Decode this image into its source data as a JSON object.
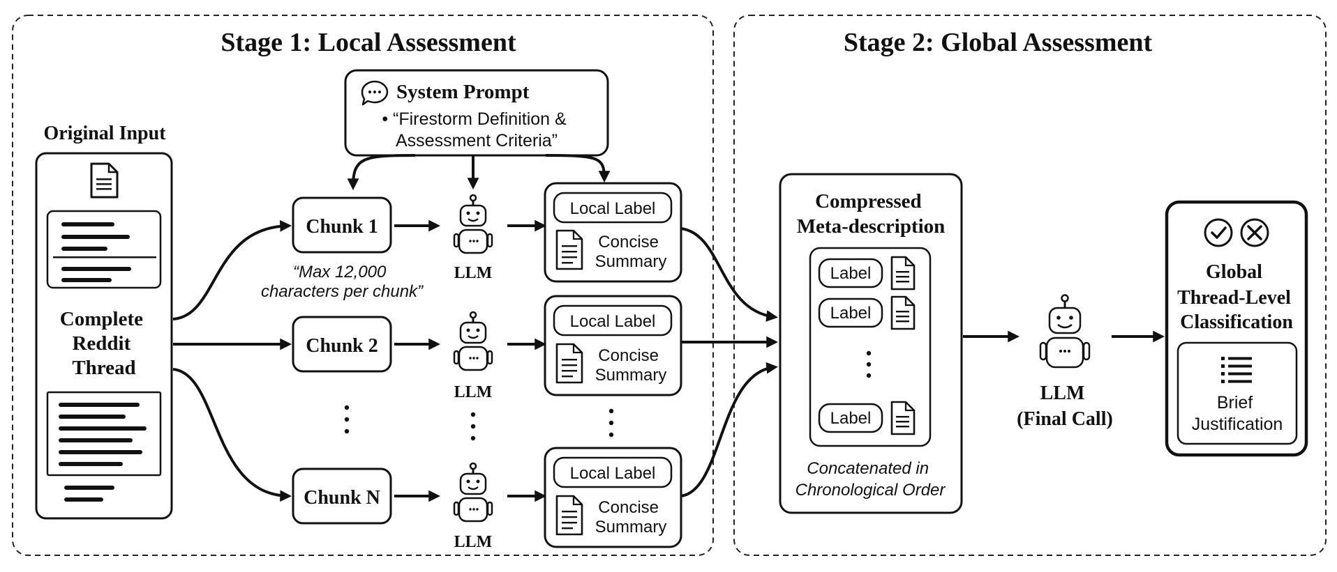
{
  "stage1": {
    "title": "Stage 1: Local Assessment"
  },
  "stage2": {
    "title": "Stage 2: Global Assessment"
  },
  "original_input": {
    "heading": "Original Input",
    "label_lines": [
      "Complete",
      "Reddit",
      "Thread"
    ]
  },
  "system_prompt": {
    "title": "System Prompt",
    "lines": [
      "• “Firestorm Definition &",
      "Assessment Criteria”"
    ],
    "icon": "speech-bubble-icon"
  },
  "chunks": [
    {
      "label": "Chunk 1"
    },
    {
      "label": "Chunk 2"
    },
    {
      "label": "Chunk N"
    }
  ],
  "chunk_note": [
    "“Max 12,000",
    "characters per chunk”"
  ],
  "llm_label": "LLM",
  "local_output": {
    "label": "Local Label",
    "summary_lines": [
      "Concise",
      "Summary"
    ]
  },
  "meta": {
    "title_lines": [
      "Compressed",
      "Meta-description"
    ],
    "item_label": "Label",
    "note_lines": [
      "Concatenated in",
      "Chronological Order"
    ]
  },
  "final_llm": {
    "lines": [
      "LLM",
      "(Final Call)"
    ]
  },
  "global": {
    "title_lines": [
      "Global",
      "Thread-Level",
      "Classification"
    ],
    "justification_lines": [
      "Brief",
      "Justification"
    ],
    "icons": [
      "check-circle-icon",
      "x-circle-icon",
      "list-icon"
    ]
  },
  "colors": {
    "ink": "#111111",
    "background": "#ffffff"
  }
}
